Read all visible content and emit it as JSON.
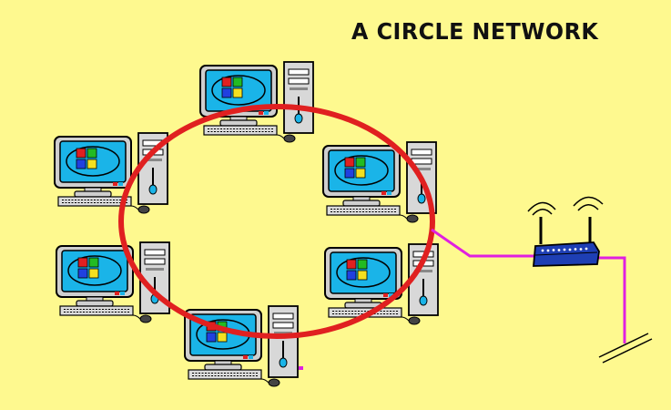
{
  "diagram": {
    "title": "A CIRCLE NETWORK"
  },
  "colors": {
    "background": "#fef98f",
    "ring": "#e02020",
    "cable": "#e020e0",
    "monitor_screen": "#1ab4e8",
    "router_body": "#1e3fb4"
  },
  "nodes": [
    {
      "name": "computer-top"
    },
    {
      "name": "computer-upper-left"
    },
    {
      "name": "computer-upper-right"
    },
    {
      "name": "computer-lower-left"
    },
    {
      "name": "computer-lower-right"
    },
    {
      "name": "computer-bottom"
    }
  ],
  "devices": {
    "router": {
      "icon": "router-icon"
    },
    "ground": {
      "icon": "ground-icon"
    }
  }
}
